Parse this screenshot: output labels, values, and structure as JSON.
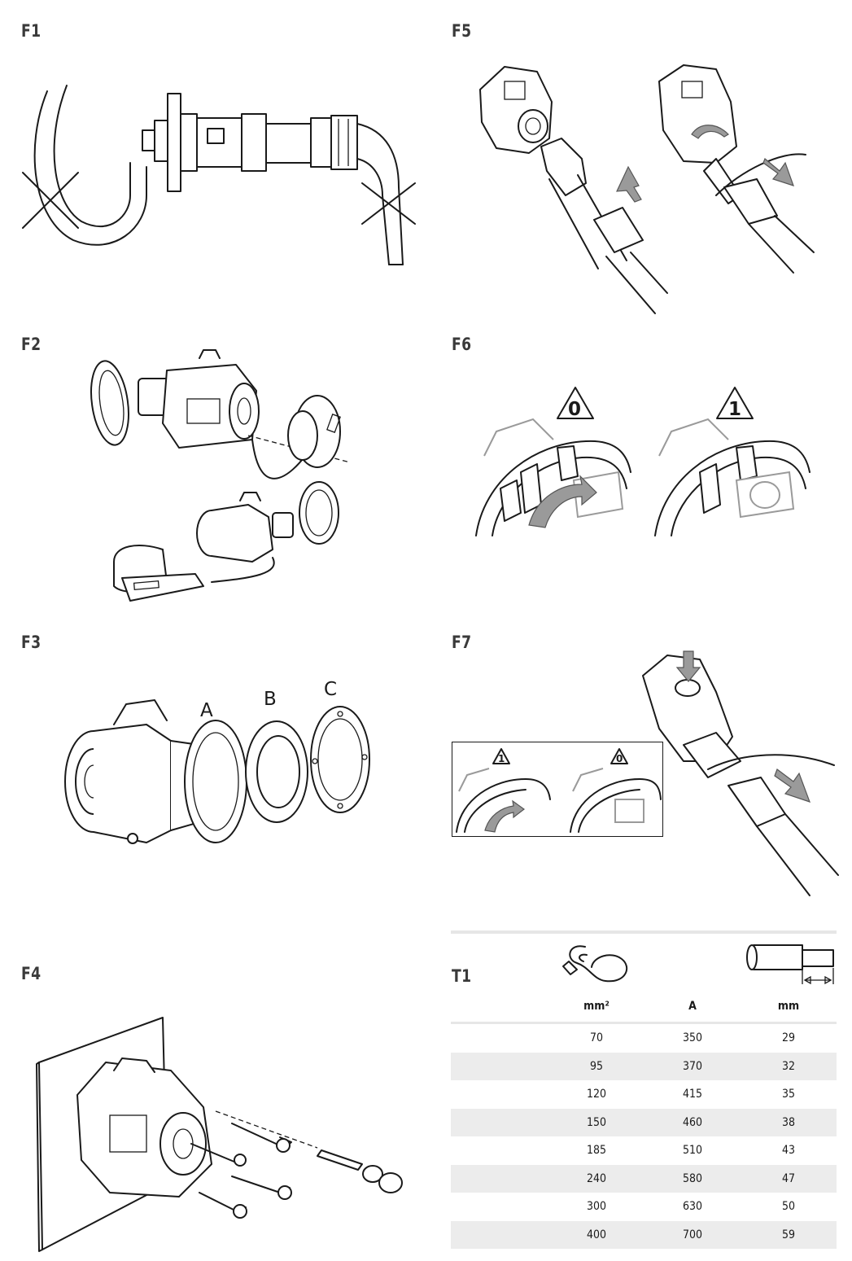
{
  "figures": {
    "f1": "F1",
    "f2": "F2",
    "f3": "F3",
    "f4": "F4",
    "f5": "F5",
    "f6": "F6",
    "f7": "F7",
    "t1": "T1"
  },
  "f3_parts": {
    "a": "A",
    "b": "B",
    "c": "C"
  },
  "f6_warnings": {
    "left": "0",
    "right": "1"
  },
  "f7_warnings": {
    "left": "1",
    "right": "0"
  },
  "icons": [
    "cable-loop-icon",
    "cable-strip-length-icon"
  ],
  "table": {
    "headers": [
      "mm²",
      "A",
      "mm"
    ],
    "rows": [
      [
        "70",
        "350",
        "29"
      ],
      [
        "95",
        "370",
        "32"
      ],
      [
        "120",
        "415",
        "35"
      ],
      [
        "150",
        "460",
        "38"
      ],
      [
        "185",
        "510",
        "43"
      ],
      [
        "240",
        "580",
        "47"
      ],
      [
        "300",
        "630",
        "50"
      ],
      [
        "400",
        "700",
        "59"
      ]
    ]
  }
}
